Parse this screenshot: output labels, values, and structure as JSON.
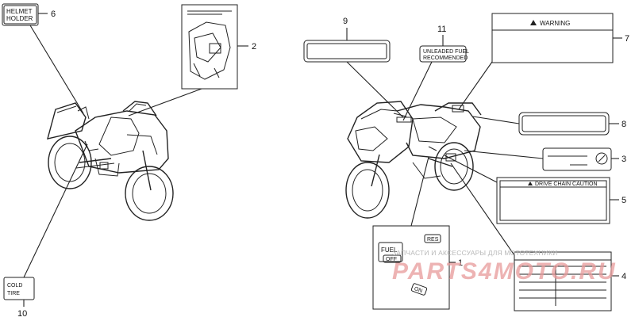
{
  "callouts": {
    "c1": "1",
    "c2": "2",
    "c3": "3",
    "c4": "4",
    "c5": "5",
    "c6": "6",
    "c7": "7",
    "c8": "8",
    "c9": "9",
    "c10": "10",
    "c11": "11"
  },
  "labels": {
    "helmet_line1": "HELMET",
    "helmet_line2": "HOLDER",
    "warning": "WARNING",
    "unleaded_line1": "UNLEADED FUEL",
    "unleaded_line2": "RECOMMENDED",
    "drive_chain": "DRIVE CHAIN CAUTION",
    "fuel_valve_res": "RES",
    "fuel_valve_fuel": "FUEL",
    "fuel_valve_off": "OFF",
    "fuel_valve_on": "ON",
    "tire_line1": "COLD",
    "tire_line2": "TIRE"
  },
  "watermark": {
    "caption": "ЗАПЧАСТИ И АКСЕССУАРЫ ДЛЯ МОТОТЕХНИКИ",
    "brand": "PARTS4MOTO.RU",
    "color": "#e07070"
  },
  "colors": {
    "ink": "#222222",
    "background": "#ffffff"
  }
}
